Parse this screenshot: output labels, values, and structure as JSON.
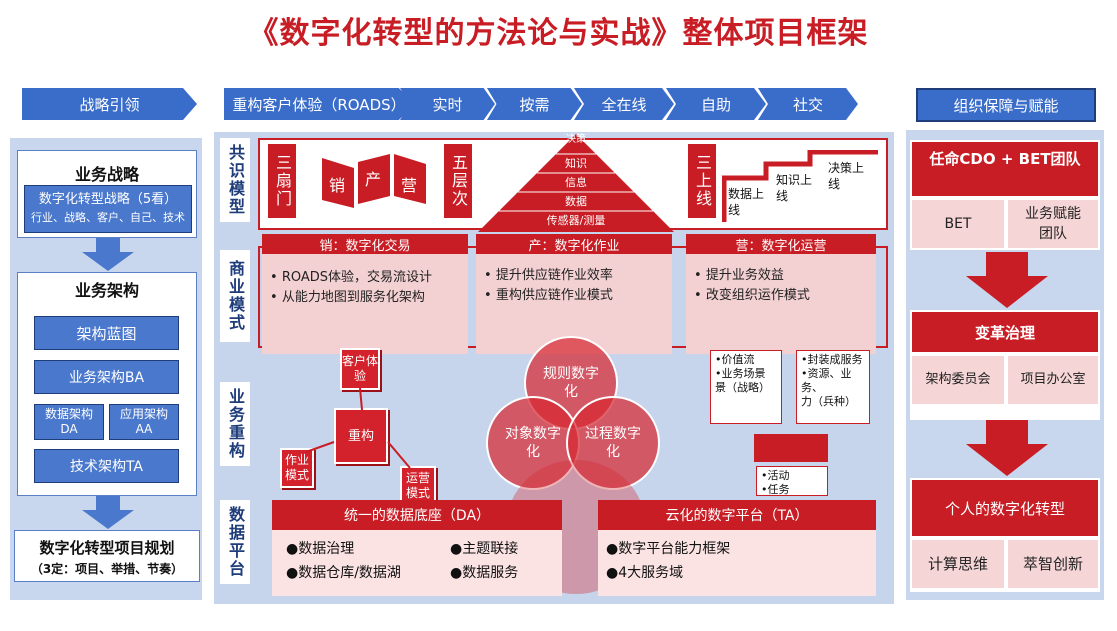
{
  "title": "《数字化转型的方法论与实战》整体项目框架",
  "top_bar": {
    "left_chevron": "战略引领",
    "chevrons": [
      "重构客户体验（ROADS）",
      "实时",
      "按需",
      "全在线",
      "自助",
      "社交"
    ],
    "right_button": "组织保障与赋能"
  },
  "left_panel": {
    "biz_strategy": {
      "title": "业务战略",
      "box_line1": "数字化转型战略（5看）",
      "box_line2": "行业、战略、客户、自己、技术"
    },
    "biz_arch": {
      "title": "业务架构",
      "blueprint": "架构蓝图",
      "ba": "业务架构BA",
      "da": "数据架构DA",
      "aa": "应用架构AA",
      "ta": "技术架构TA"
    },
    "plan": {
      "title": "数字化转型项目规划",
      "subtitle": "（3定：项目、举措、节奏）"
    }
  },
  "center": {
    "row_labels": {
      "consensus": "共识模型",
      "business": "商业模式",
      "restructure": "业务重构",
      "platform": "数据平台"
    },
    "consensus": {
      "three_fans_label": "三扇门",
      "fans": [
        "销",
        "产",
        "营"
      ],
      "five_layers_label": "五层次",
      "pyramid": [
        "决策",
        "知识",
        "信息",
        "数据",
        "传感器/测量"
      ],
      "three_online_label": "三上线",
      "steps": [
        "数据上线",
        "知识上线",
        "决策上线"
      ]
    },
    "business_models": [
      {
        "header": "销：数字化交易",
        "items": [
          "ROADS体验，交易流设计",
          "从能力地图到服务化架构"
        ]
      },
      {
        "header": "产：数字化作业",
        "items": [
          "提升供应链作业效率",
          "重构供应链作业模式"
        ]
      },
      {
        "header": "营：数字化运营",
        "items": [
          "提升业务效益",
          "改变组织运作模式"
        ]
      }
    ],
    "restructure": {
      "cubes": [
        "客户体验",
        "重构",
        "作业模式",
        "运营模式"
      ],
      "circles": [
        "规则数字化",
        "对象数字化",
        "过程数字化"
      ],
      "scenario_box": [
        "•价值流",
        "•业务场景",
        "景（战略）"
      ],
      "service_box": [
        "•封装成服务",
        "•资源、业务、",
        "力（兵种）"
      ],
      "activity_box": [
        "•活动",
        "•任务"
      ]
    },
    "platform": {
      "da": {
        "header": "统一的数据底座（DA）",
        "items": [
          "●数据治理",
          "●主题联接",
          "●数据仓库/数据湖",
          "●数据服务"
        ]
      },
      "ta": {
        "header": "云化的数字平台（TA）",
        "items": [
          "●数字平台能力框架",
          "●4大服务域"
        ]
      }
    }
  },
  "right_panel": {
    "cdo": "任命CDO + BET团队",
    "bet": "BET",
    "biz_enable": "业务赋能团队",
    "reform": "变革治理",
    "arch_committee": "架构委员会",
    "pmo": "项目办公室",
    "personal": "个人的数字化转型",
    "computational": "计算思维",
    "innovation": "萃智创新"
  },
  "colors": {
    "red": "#c81d25",
    "blue": "#3a6cc9",
    "panel": "#c9d7ee"
  }
}
